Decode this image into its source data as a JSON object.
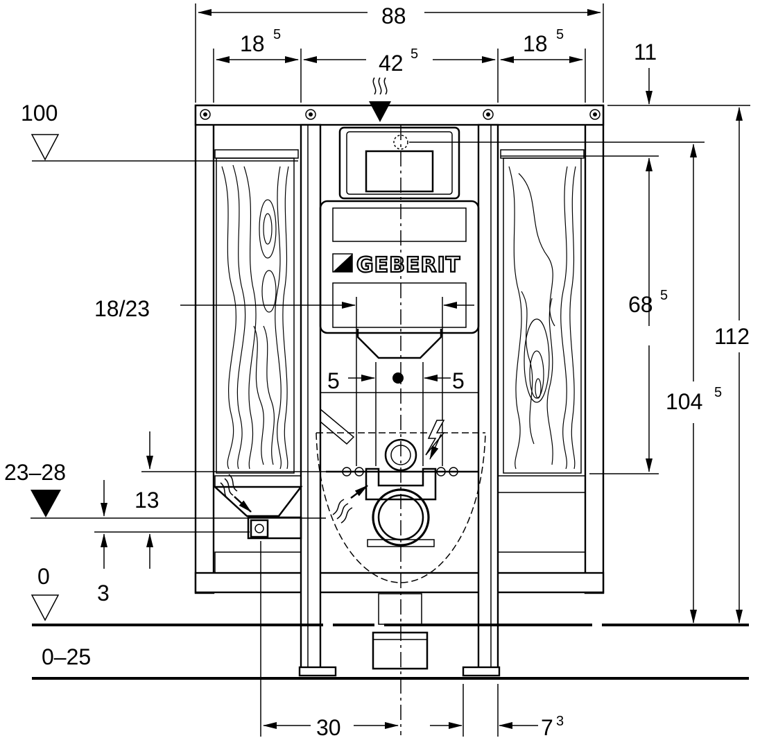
{
  "brand": "GEBERIT",
  "dimensions": {
    "total_width": "88",
    "left_bay": "18",
    "left_bay_sup": "5",
    "center_bay": "42",
    "center_bay_sup": "5",
    "right_bay": "18",
    "right_bay_sup": "5",
    "top_offset": "11",
    "level_100": "100",
    "spacing_18_23": "18/23",
    "right_68": "68",
    "right_68_sup": "5",
    "right_104": "104",
    "right_104_sup": "5",
    "right_112": "112",
    "gap_left_5": "5",
    "gap_right_5": "5",
    "height_23_28": "23–28",
    "height_13": "13",
    "height_3": "3",
    "level_0": "0",
    "floor_0_25": "0–25",
    "bottom_30": "30",
    "bottom_7": "7",
    "bottom_7_sup": "3"
  }
}
